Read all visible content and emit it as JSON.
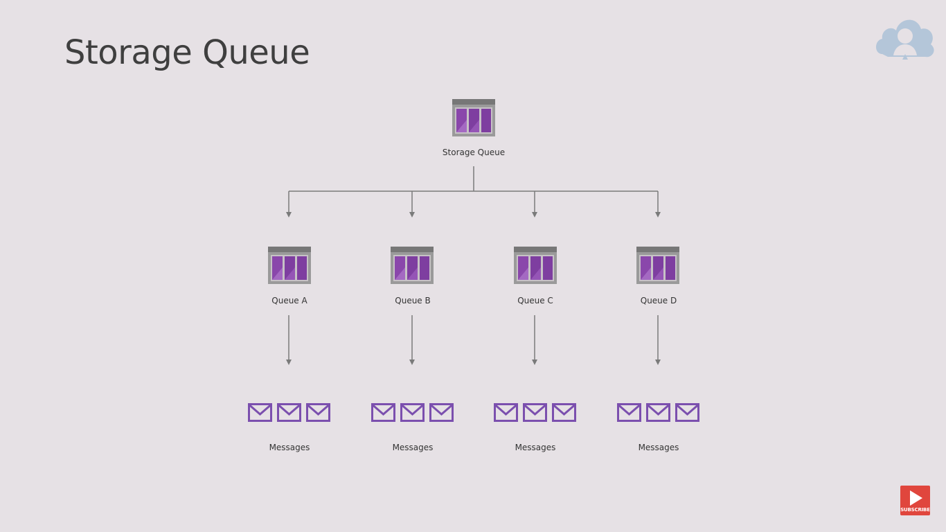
{
  "slide": {
    "title": "Storage Queue"
  },
  "diagram": {
    "root": {
      "label": "Storage Queue",
      "icon": "queue-storage-icon"
    },
    "queues": [
      {
        "label": "Queue A",
        "icon": "queue-icon",
        "messages_label": "Messages",
        "messages_icon": "envelope-icon"
      },
      {
        "label": "Queue B",
        "icon": "queue-icon",
        "messages_label": "Messages",
        "messages_icon": "envelope-icon"
      },
      {
        "label": "Queue C",
        "icon": "queue-icon",
        "messages_label": "Messages",
        "messages_icon": "envelope-icon"
      },
      {
        "label": "Queue D",
        "icon": "queue-icon",
        "messages_label": "Messages",
        "messages_icon": "envelope-icon"
      }
    ]
  },
  "branding": {
    "logo_icon": "cloud-person-logo-icon",
    "subscribe_label": "SUBSCRIBE"
  },
  "colors": {
    "background": "#e6e1e5",
    "queue_purple": "#7e3ea0",
    "queue_purple_light": "#a469c2",
    "queue_frame": "#8e8e8e",
    "connector": "#7a7a7a",
    "envelope": "#7b4fae",
    "subscribe": "#e0463d",
    "logo": "#b4c6d9"
  }
}
